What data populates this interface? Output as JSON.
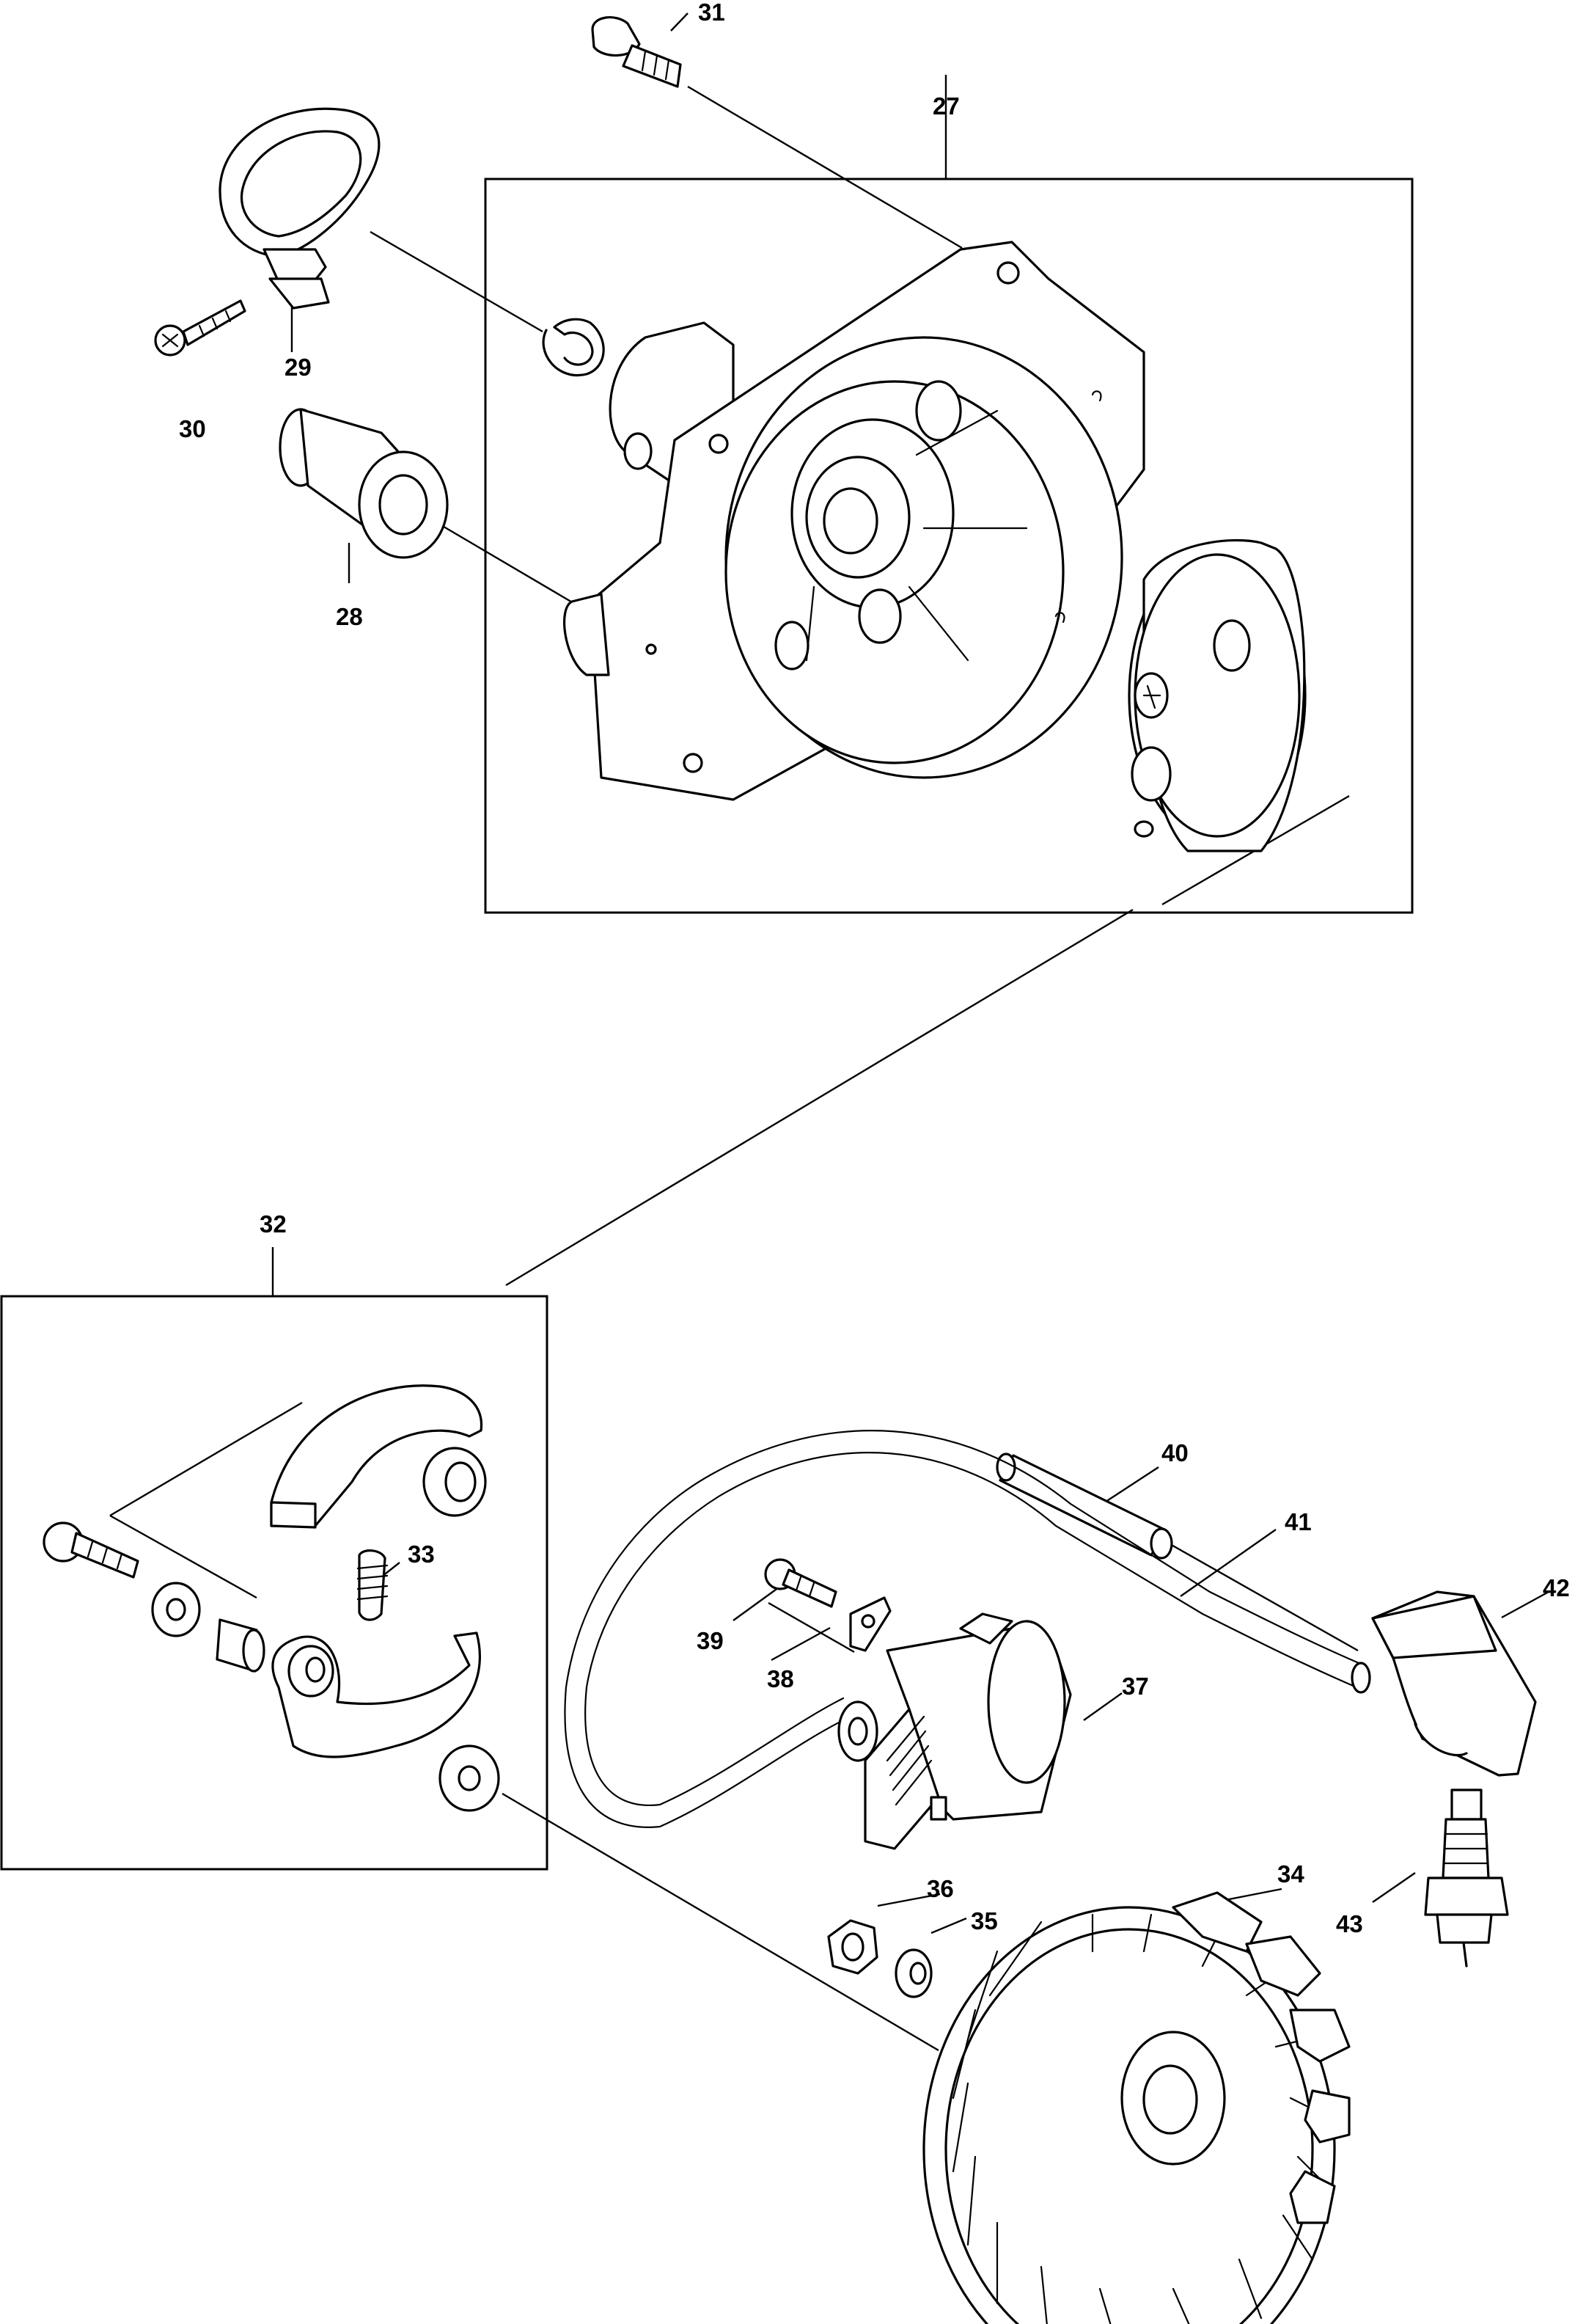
{
  "callouts": {
    "c27": "27",
    "c28": "28",
    "c29": "29",
    "c30": "30",
    "c31": "31",
    "c32": "32",
    "c33": "33",
    "c34": "34",
    "c35": "35",
    "c36": "36",
    "c37": "37",
    "c38": "38",
    "c39": "39",
    "c40": "40",
    "c41": "41",
    "c42": "42",
    "c43": "43"
  }
}
